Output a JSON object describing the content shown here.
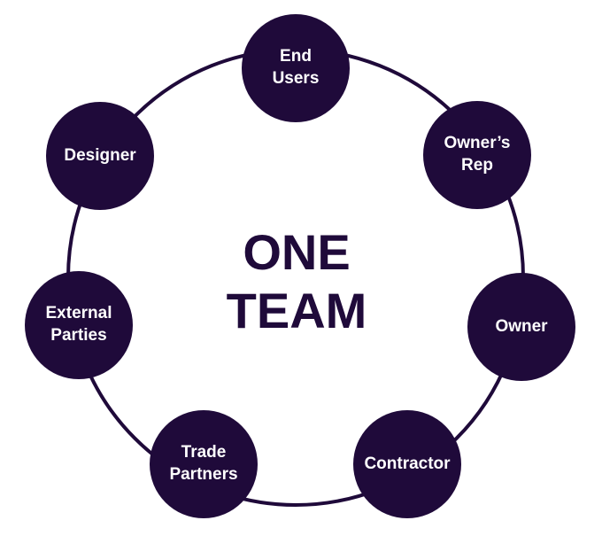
{
  "diagram": {
    "title": "ONE\nTEAM",
    "colors": {
      "node_fill": "#1f0a3a",
      "node_text": "#ffffff",
      "ring_stroke": "#1f0a3a",
      "title_text": "#1f0a3a"
    },
    "nodes": [
      {
        "id": "end-users",
        "label": "End\nUsers"
      },
      {
        "id": "owners-rep",
        "label": "Owner’s\nRep"
      },
      {
        "id": "owner",
        "label": "Owner"
      },
      {
        "id": "contractor",
        "label": "Contractor"
      },
      {
        "id": "trade-partners",
        "label": "Trade\nPartners"
      },
      {
        "id": "external-parties",
        "label": "External\nParties"
      },
      {
        "id": "designer",
        "label": "Designer"
      }
    ]
  }
}
